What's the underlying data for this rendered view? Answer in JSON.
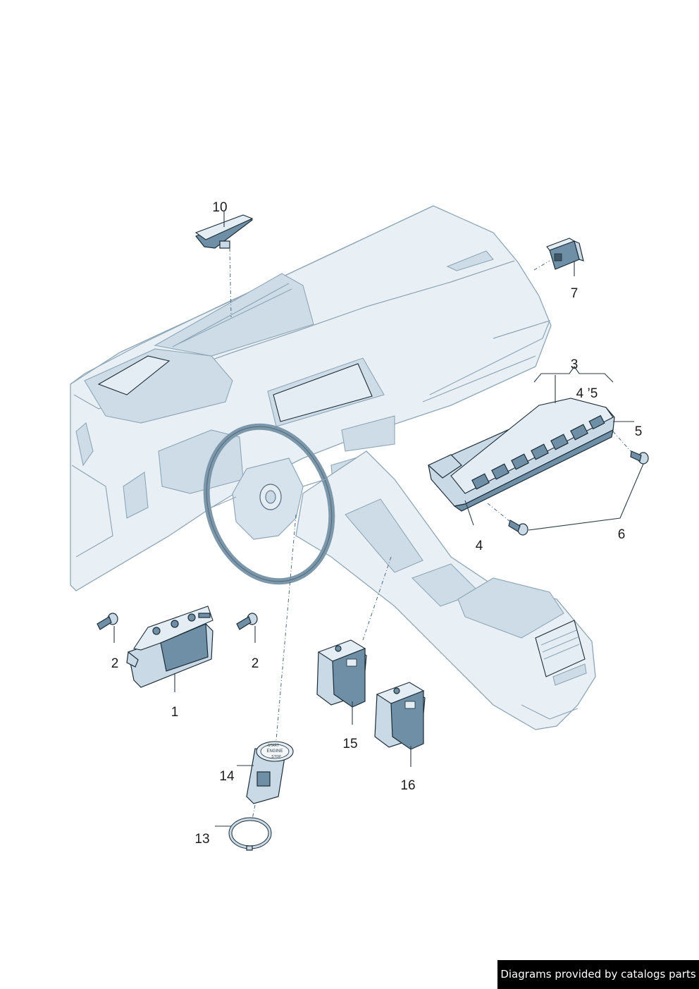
{
  "callouts": {
    "n1": "1",
    "n2a": "2",
    "n2b": "2",
    "n3": "3",
    "n4": "4",
    "n4_5": "4 ’5",
    "n5": "5",
    "n6": "6",
    "n7": "7",
    "n10": "10",
    "n13": "13",
    "n14": "14",
    "n15": "15",
    "n16": "16"
  },
  "start_button": {
    "line1": "START",
    "line2": "ENGINE",
    "line3": "STOP"
  },
  "credit": "Diagrams provided by catalogs parts"
}
